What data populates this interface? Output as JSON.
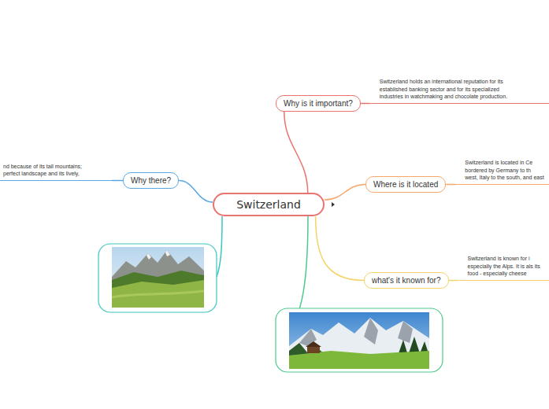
{
  "diagram": {
    "nodes": [
      {
        "text": [
          "Switzerland"
        ]
      },
      {
        "text": [
          "Why is it important?"
        ]
      },
      {
        "text": [
          "Switzerland holds an international reputation for its established banking sector and for its specialized industries in watchmaking and chocolate production."
        ]
      },
      {
        "text": [
          "Where is it located"
        ]
      },
      {
        "text": [
          "Switzerland is located in Ce bordered by Germany to th west, Italy to the south, and east"
        ]
      },
      {
        "text": [
          "what's it known for?"
        ]
      },
      {
        "text": [
          "Switzerland is known for i especially the Alps. It is als its food - especially cheese"
        ]
      },
      {
        "text": [
          "Why there?"
        ]
      },
      {
        "text": [
          "nd because of its tall mountains; perfect landscape and its lively,"
        ]
      }
    ],
    "edges": [
      {
        "from": 0,
        "to": 1,
        "arrow": "none"
      },
      {
        "from": 1,
        "to": 2,
        "arrow": "none"
      },
      {
        "from": 0,
        "to": 3,
        "arrow": "none"
      },
      {
        "from": 3,
        "to": 4,
        "arrow": "none"
      },
      {
        "from": 0,
        "to": 5,
        "arrow": "none"
      },
      {
        "from": 5,
        "to": 6,
        "arrow": "none"
      },
      {
        "from": 0,
        "to": 7,
        "arrow": "none"
      },
      {
        "from": 7,
        "to": 8,
        "arrow": "none"
      }
    ]
  }
}
